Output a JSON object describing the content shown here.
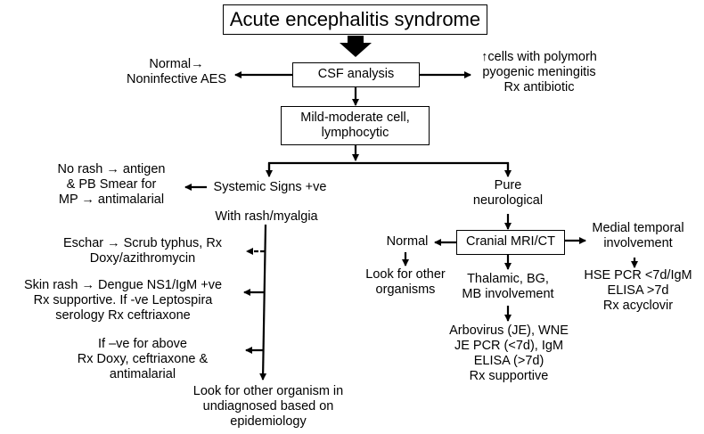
{
  "diagram": {
    "title": "Acute encephalitis syndrome",
    "csf_analysis": "CSF analysis",
    "normal_left": "Normal→\nNoninfective AES",
    "polymorph": "↑cells with polymorh\npyogenic meningitis\nRx antibiotic",
    "mild_moderate": "Mild-moderate cell,\nlymphocytic",
    "no_rash": "No rash → antigen\n& PB Smear  for\nMP → antimalarial",
    "systemic_signs": "Systemic Signs +ve",
    "with_rash": "With rash/myalgia",
    "eschar": "Eschar → Scrub typhus, Rx\nDoxy/azithromycin",
    "skin_rash": "Skin rash → Dengue NS1/IgM +ve\nRx supportive. If -ve Leptospira\nserology Rx ceftriaxone",
    "if_negative": "If –ve for above\nRx Doxy, ceftriaxone &\nantimalarial",
    "look_other_left": "Look for other organism in\nundiagnosed based on\nepidemiology",
    "pure_neuro": "Pure\nneurological",
    "cranial_mri": "Cranial MRI/CT",
    "normal_right": "Normal",
    "look_other_right": "Look for other\norganisms",
    "medial_temporal": "Medial temporal\ninvolvement",
    "hse": "HSE PCR <7d/IgM\nELISA >7d\nRx acyclovir",
    "thalamic": "Thalamic, BG,\nMB involvement",
    "arbovirus": "Arbovirus (JE), WNE\nJE PCR (<7d), IgM\nELISA (>7d)\nRx supportive"
  }
}
